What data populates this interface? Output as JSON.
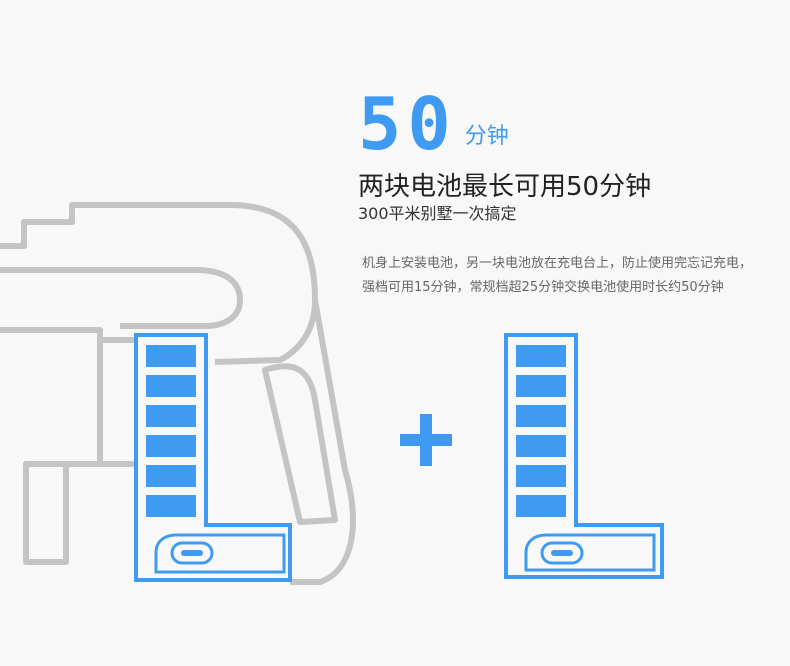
{
  "headline": {
    "number": "50",
    "unit": "分钟"
  },
  "title": "两块电池最长可用50分钟",
  "subtitle": "300平米别墅一次搞定",
  "description": "机身上安装电池，另一块电池放在充电台上，防止使用完忘记充电，强档可用15分钟，常规档超25分钟交换电池使用时长约50分钟",
  "battery": {
    "cells": 6,
    "color": "#3f9bf2"
  },
  "plus": "+",
  "colors": {
    "accent": "#3f9bf2",
    "outline": "#c4c4c4",
    "background": "#f8f8f8"
  }
}
